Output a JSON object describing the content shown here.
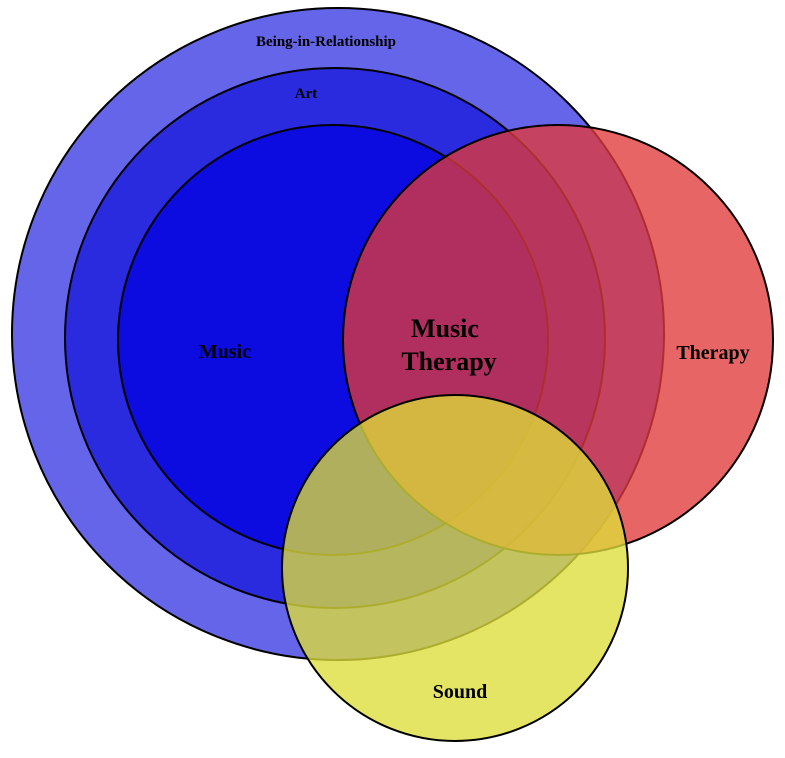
{
  "diagram": {
    "type": "venn",
    "sets": [
      {
        "id": "being",
        "label": "Being-in-Relationship",
        "color": "#5a5ae8"
      },
      {
        "id": "art",
        "label": "Art",
        "color": "#2a2ad8"
      },
      {
        "id": "music",
        "label": "Music",
        "color": "#1212e0"
      },
      {
        "id": "therapy",
        "label": "Therapy",
        "color": "#e64a4a"
      },
      {
        "id": "sound",
        "label": "Sound",
        "color": "#e0e04a"
      }
    ],
    "intersection_label": {
      "line1": "Music",
      "line2": "Therapy"
    },
    "outline_color": "#000000"
  }
}
